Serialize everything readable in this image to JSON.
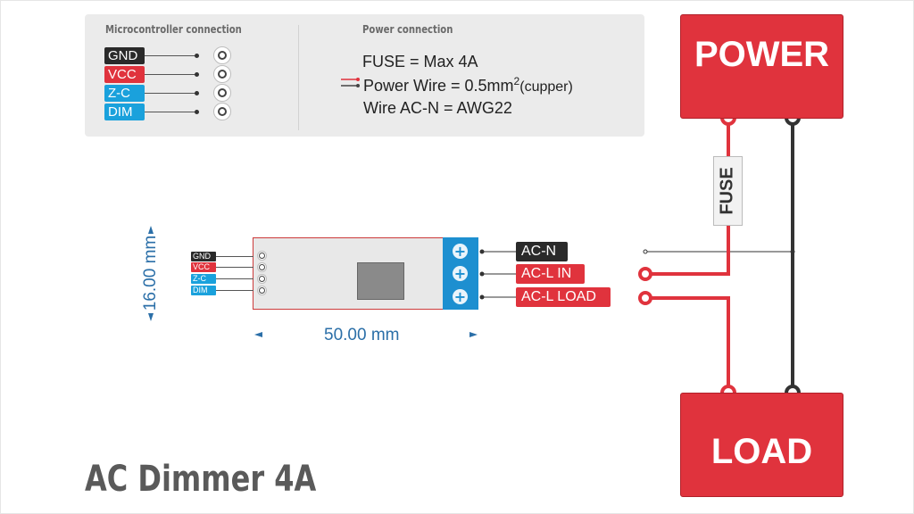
{
  "title": "AC Dimmer 4A",
  "microcontroller_panel": {
    "heading": "Microcontroller connection",
    "pins": [
      {
        "label": "GND",
        "color": "#2a2a2a"
      },
      {
        "label": "VCC",
        "color": "#e0333d"
      },
      {
        "label": "Z-C",
        "color": "#1aa1dc"
      },
      {
        "label": "DIM",
        "color": "#1aa1dc"
      }
    ]
  },
  "power_panel": {
    "heading": "Power connection",
    "fuse_text": "FUSE = Max 4A",
    "wire_text": "Power Wire = 0.5mm",
    "wire_sup": "2",
    "wire_note": "(cupper)",
    "acn_text": "Wire AC-N = AWG22"
  },
  "module": {
    "pins": [
      "GND",
      "VCC",
      "Z-C",
      "DIM"
    ],
    "width_label": "50.00 mm",
    "height_label": "16.00 mm"
  },
  "terminals": [
    {
      "label": "AC-N",
      "color": "#2a2a2a"
    },
    {
      "label": "AC-L IN",
      "color": "#e0333d"
    },
    {
      "label": "AC-L LOAD",
      "color": "#e0333d"
    }
  ],
  "blocks": {
    "power": "POWER",
    "load": "LOAD",
    "fuse": "FUSE"
  },
  "colors": {
    "red": "#e0333d",
    "blue": "#1aa1dc",
    "black": "#2a2a2a",
    "dimension": "#2b6fa8"
  }
}
